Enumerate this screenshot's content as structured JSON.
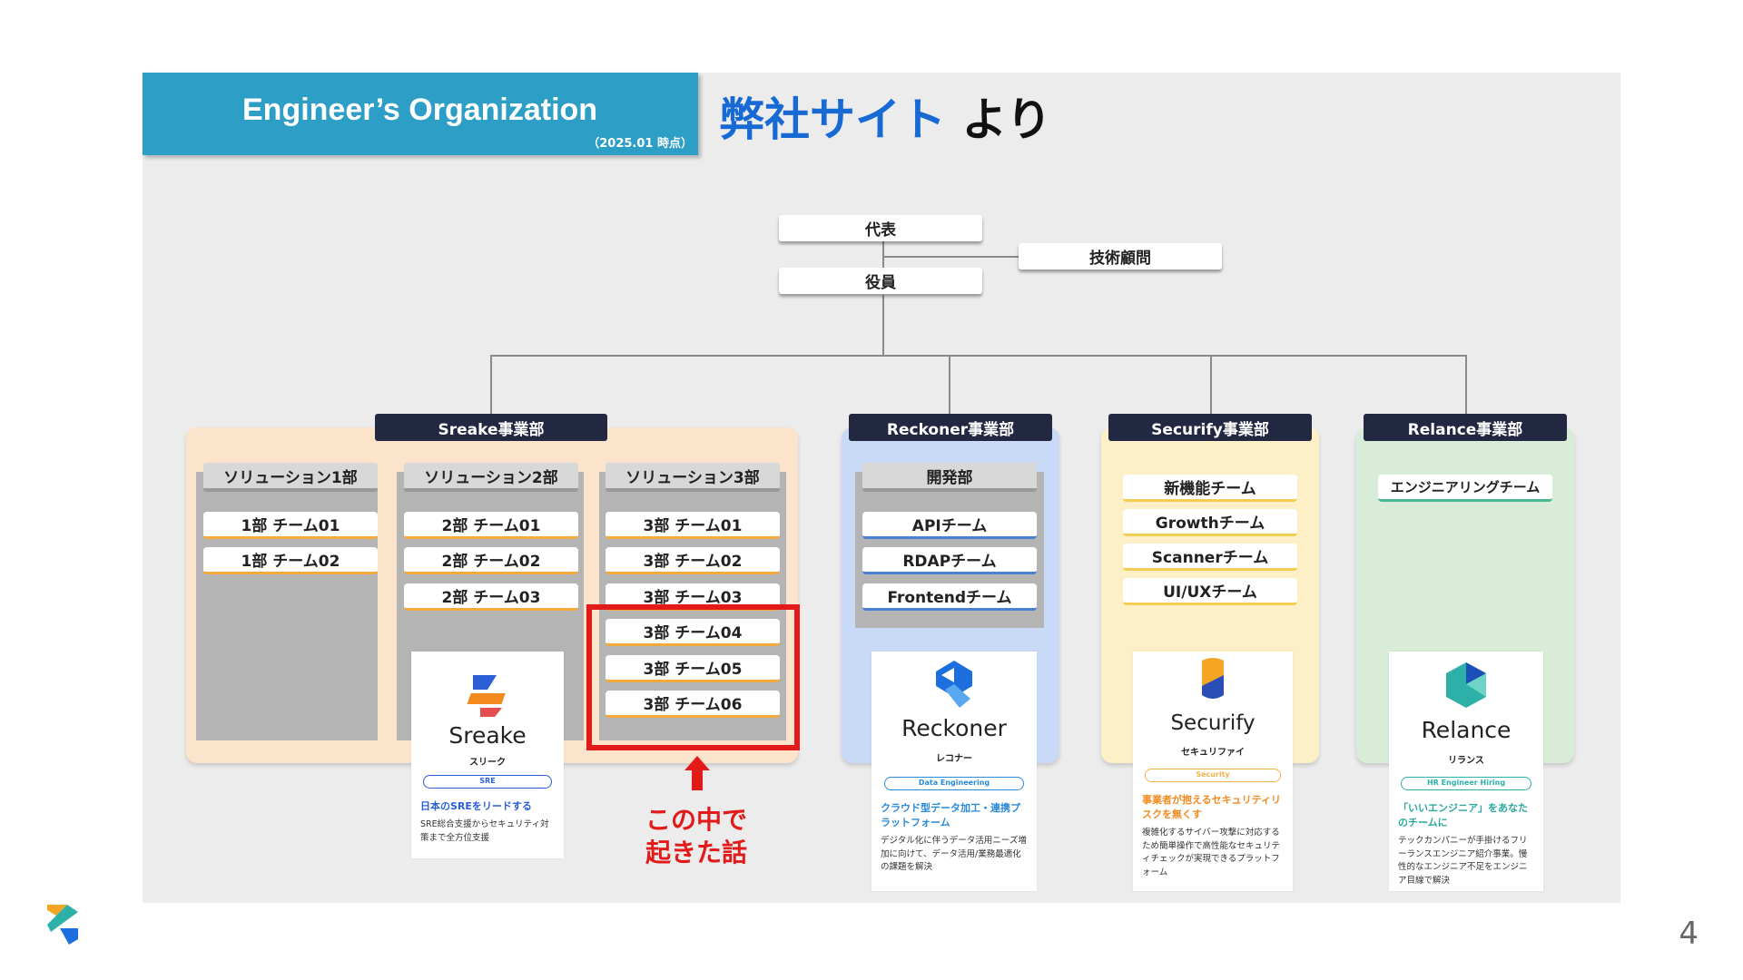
{
  "header": {
    "title": "Engineer’s Organization",
    "subtitle": "（2025.01 時点）",
    "source_highlight": "弊社サイト",
    "source_rest": " より"
  },
  "top_nodes": {
    "ceo": "代表",
    "advisor": "技術顧問",
    "officers": "役員"
  },
  "divisions": {
    "sreake": {
      "name": "Sreake事業部",
      "columns": [
        {
          "name": "ソリューション1部",
          "teams": [
            "1部 チーム01",
            "1部 チーム02"
          ]
        },
        {
          "name": "ソリューション2部",
          "teams": [
            "2部 チーム01",
            "2部 チーム02",
            "2部 チーム03"
          ]
        },
        {
          "name": "ソリューション3部",
          "teams": [
            "3部 チーム01",
            "3部 チーム02",
            "3部 チーム03",
            "3部 チーム04",
            "3部 チーム05",
            "3部 チーム06"
          ]
        }
      ],
      "card": {
        "brand": "Sreake",
        "kana": "スリーク",
        "pill": "SRE",
        "tagline": "日本のSREをリードする",
        "desc": "SRE総合支援からセキュリティ対策まで全方位支援"
      }
    },
    "reckoner": {
      "name": "Reckoner事業部",
      "dept": "開発部",
      "teams": [
        "APIチーム",
        "RDAPチーム",
        "Frontendチーム"
      ],
      "card": {
        "brand": "Reckoner",
        "kana": "レコナー",
        "pill": "Data Engineering",
        "tagline": "クラウド型データ加工・連携プラットフォーム",
        "desc": "デジタル化に伴うデータ活用ニーズ増加に向けて、データ活用/業務最適化の課題を解決"
      }
    },
    "securify": {
      "name": "Securify事業部",
      "teams": [
        "新機能チーム",
        "Growthチーム",
        "Scannerチーム",
        "UI/UXチーム"
      ],
      "card": {
        "brand": "Securify",
        "kana": "セキュリファイ",
        "pill": "Security",
        "tagline": "事業者が抱えるセキュリティリスクを無くす",
        "desc": "複雑化するサイバー攻撃に対応するため簡単操作で高性能なセキュリティチェックが実現できるプラットフォーム"
      }
    },
    "relance": {
      "name": "Relance事業部",
      "teams": [
        "エンジニアリングチーム"
      ],
      "card": {
        "brand": "Relance",
        "kana": "リランス",
        "pill": "HR  Engineer Hiring",
        "tagline": "「いいエンジニア」をあなたのチームに",
        "desc": "テックカンパニーが手掛けるフリーランスエンジニア紹介事業。慢性的なエンジニア不足をエンジニア目線で解決"
      }
    }
  },
  "annotation": {
    "line1": "この中で",
    "line2": "起きた話"
  },
  "page_number": "4",
  "colors": {
    "header_bg": "#2d9fc6",
    "highlight": "#1769d4",
    "annotation": "#e21a1a",
    "division_head": "#232842",
    "sreake_bg": "#fbe3cc",
    "reckoner_bg": "#c9daf7",
    "securify_bg": "#fdf0c6",
    "relance_bg": "#d8ecd8"
  }
}
